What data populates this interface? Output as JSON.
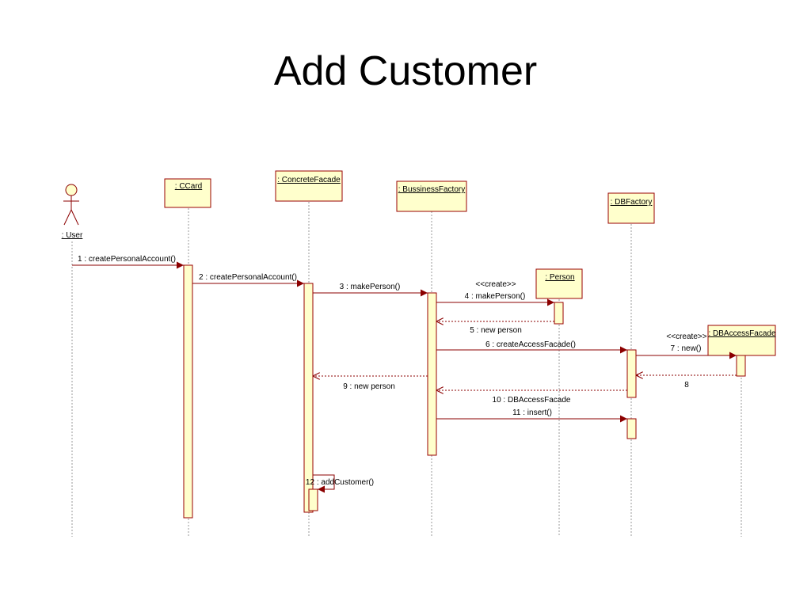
{
  "title": "Add Customer",
  "colors": {
    "box_fill": "#FFFFCC",
    "box_stroke": "#990000",
    "line": "#8B0000",
    "lifeline": "#9a9a9a"
  },
  "participants": {
    "user": ": User",
    "ccard": ": CCard",
    "concrete_facade": ": ConcreteFacade",
    "business_factory": ": BussinessFactory",
    "db_factory": ": DBFactory",
    "person": ": Person",
    "db_access_facade": ": DBAccessFacade"
  },
  "messages": {
    "m1": "1 : createPersonalAccount()",
    "m2": "2 : createPersonalAccount()",
    "m3": "3 : makePerson()",
    "m4_stereo": "<<create>>",
    "m4": "4 : makePerson()",
    "m5": "5 : new person",
    "m6": "6 : createAccessFacade()",
    "m7_stereo": "<<create>>",
    "m7": "7 : new()",
    "m8": "8",
    "m9": "9 : new person",
    "m10": "10 : DBAccessFacade",
    "m11": "11 : insert()",
    "m12": "12 : addCustomer()"
  }
}
